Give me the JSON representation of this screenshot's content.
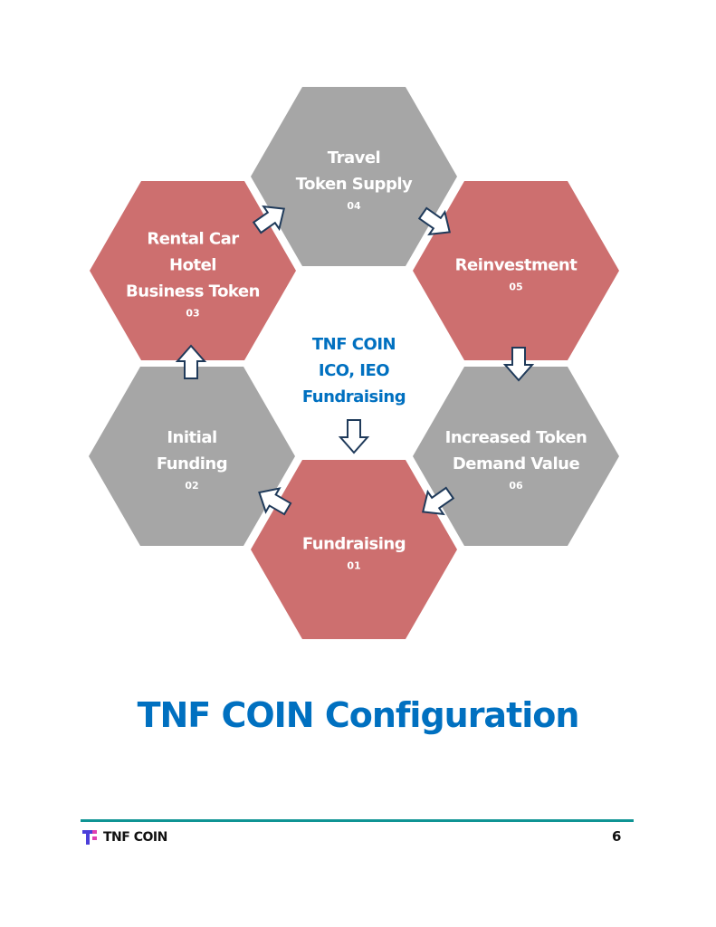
{
  "diagram": {
    "center": {
      "line1": "TNF COIN",
      "line2": "ICO, IEO",
      "line3": "Fundraising"
    },
    "hexagons": [
      {
        "id": "01",
        "lines": [
          "Fundraising"
        ],
        "number": "01",
        "color": "#cd6f6f"
      },
      {
        "id": "02",
        "lines": [
          "Initial",
          "Funding"
        ],
        "number": "02",
        "color": "#a6a6a6"
      },
      {
        "id": "03",
        "lines": [
          "Rental Car",
          "Hotel",
          "Business Token"
        ],
        "number": "03",
        "color": "#cd6f6f"
      },
      {
        "id": "04",
        "lines": [
          "Travel",
          "Token Supply"
        ],
        "number": "04",
        "color": "#a6a6a6"
      },
      {
        "id": "05",
        "lines": [
          "Reinvestment"
        ],
        "number": "05",
        "color": "#cd6f6f"
      },
      {
        "id": "06",
        "lines": [
          "Increased Token",
          "Demand Value"
        ],
        "number": "06",
        "color": "#a6a6a6"
      }
    ],
    "arrow_stroke": "#1f3a5a"
  },
  "page": {
    "title": "TNF COIN Configuration",
    "footer_brand": "TNF COIN",
    "page_number": "6",
    "accent": "#0070c0",
    "rule_color": "#0f9494"
  }
}
